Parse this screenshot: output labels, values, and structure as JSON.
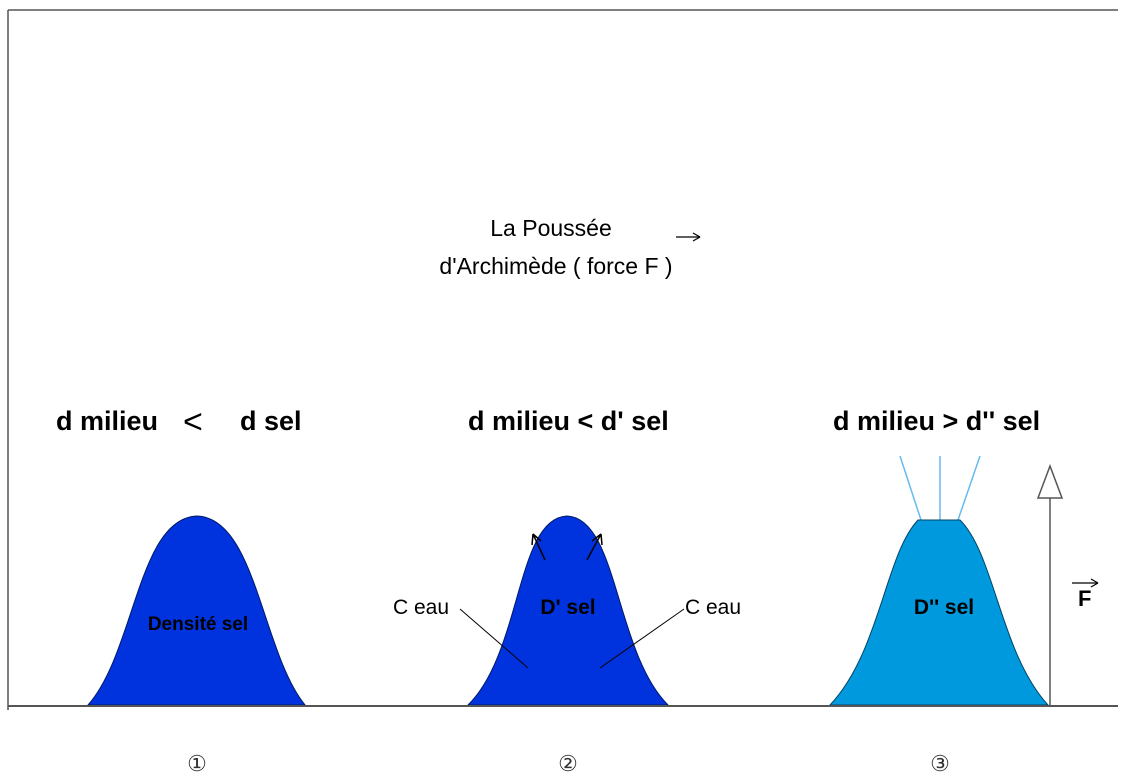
{
  "title": {
    "line1": "La Poussée",
    "line2": "d'Archimède ( force F )"
  },
  "panels": [
    {
      "condition_left": "d milieu",
      "comparison_glyph": "<",
      "condition_right": "d sel",
      "mound_label": "Densité sel",
      "number": "①",
      "fill": "#0033dd"
    },
    {
      "condition": "d milieu < d' sel",
      "mound_label": "D' sel",
      "left_label": "C eau",
      "right_label": "C eau",
      "number": "②",
      "fill": "#0033dd"
    },
    {
      "condition": "d milieu > d'' sel",
      "mound_label": "D'' sel",
      "number": "③",
      "fill": "#0099dd"
    }
  ],
  "force": {
    "label": "F",
    "arrow_color": "#555555"
  },
  "colors": {
    "ground_line": "#555555",
    "frame": "#555555",
    "rays": "#66bbee"
  }
}
